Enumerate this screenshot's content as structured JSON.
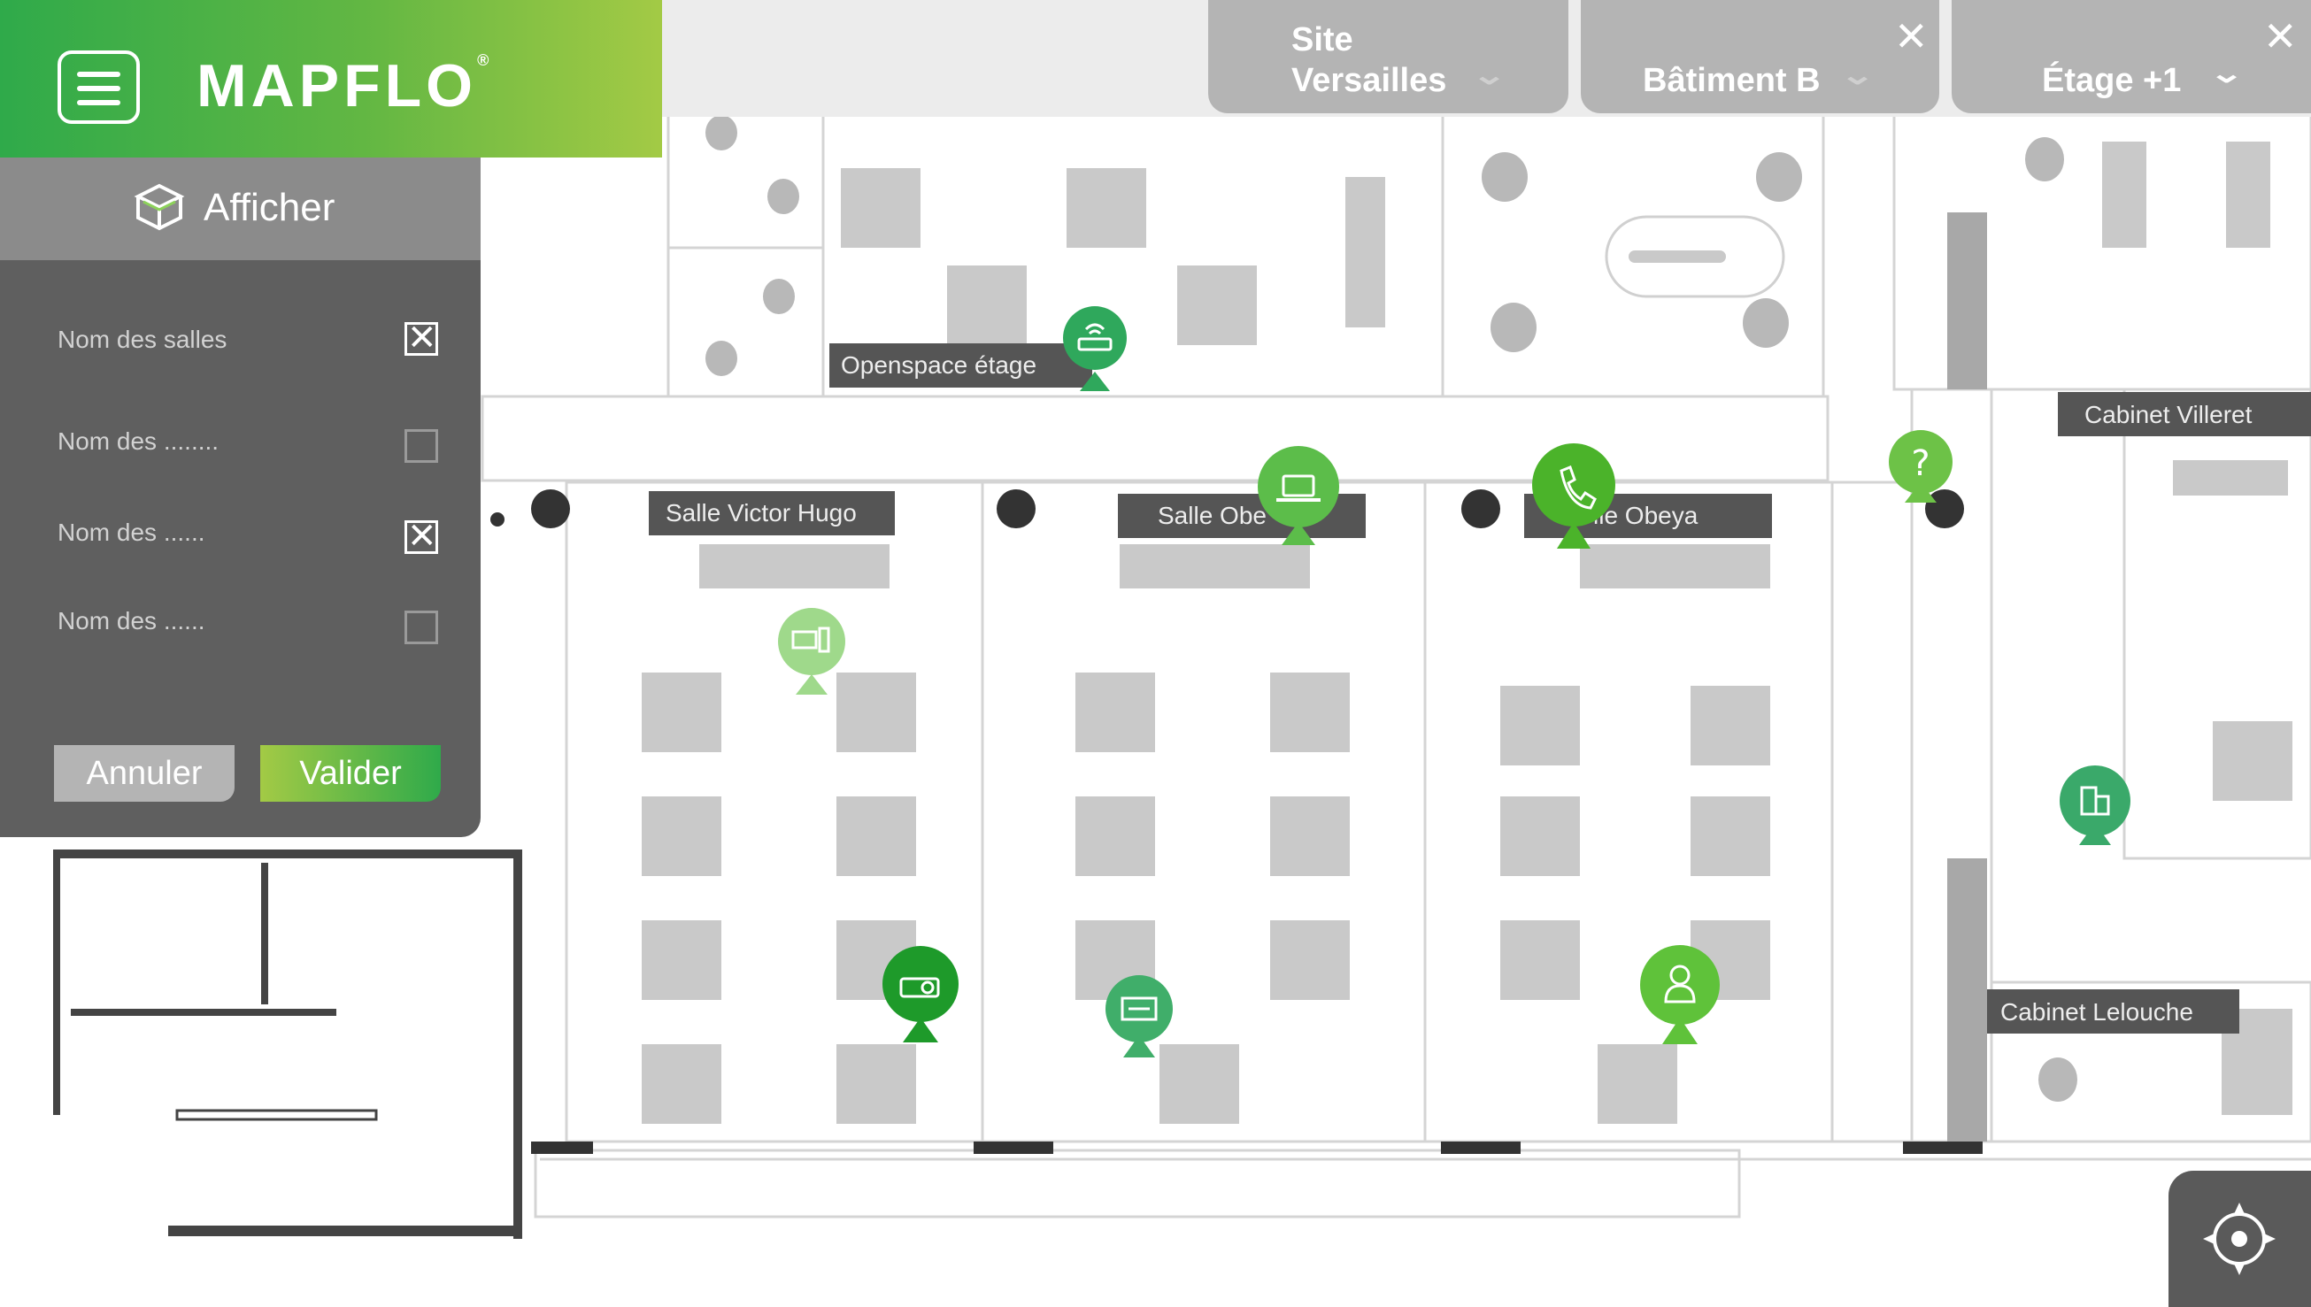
{
  "app": {
    "logo": "MAPFLO",
    "registered": "®"
  },
  "header": {
    "menu_icon": "hamburger-menu-icon",
    "dropdowns": [
      {
        "line1": "Site",
        "line2": "Versailles",
        "closable": false
      },
      {
        "line1": "",
        "line2": "Bâtiment B",
        "closable": true
      },
      {
        "line1": "",
        "line2": "Étage +1",
        "closable": true
      }
    ]
  },
  "panel": {
    "title": "Afficher",
    "icon": "layers-cube-icon",
    "options": [
      {
        "label": "Nom des salles",
        "checked": true,
        "mark": "✕"
      },
      {
        "label": "Nom des ........",
        "checked": false,
        "mark": ""
      },
      {
        "label": "Nom des ......",
        "checked": true,
        "mark": "✕"
      },
      {
        "label": "Nom des ......",
        "checked": false,
        "mark": ""
      }
    ],
    "cancel_label": "Annuler",
    "submit_label": "Valider"
  },
  "map": {
    "room_labels": [
      "Openspace étage",
      "Salle Victor Hugo",
      "Salle Obe",
      "lle Obeya",
      "Cabinet Villeret",
      "Cabinet Lelouche"
    ],
    "pins": [
      {
        "icon": "wifi-router-icon",
        "color": "#2fa85c"
      },
      {
        "icon": "laptop-icon",
        "color": "#5cbd4a"
      },
      {
        "icon": "phone-icon",
        "color": "#4bb32a"
      },
      {
        "icon": "help-question-icon",
        "color": "#6dc247"
      },
      {
        "icon": "computer-station-icon",
        "color": "#9fd98b"
      },
      {
        "icon": "building-icon",
        "color": "#3aa96a"
      },
      {
        "icon": "projector-icon",
        "color": "#1e9a2a"
      },
      {
        "icon": "printer-icon",
        "color": "#40ae6a"
      },
      {
        "icon": "person-icon",
        "color": "#5fc23a"
      }
    ]
  },
  "locate_icon": "crosshair-locate-icon",
  "colors": {
    "brand_green": "#2faa4a",
    "brand_lime": "#a3ca45",
    "panel_bg": "#5f5f5f",
    "dropdown_bg": "#b4b4b4"
  }
}
